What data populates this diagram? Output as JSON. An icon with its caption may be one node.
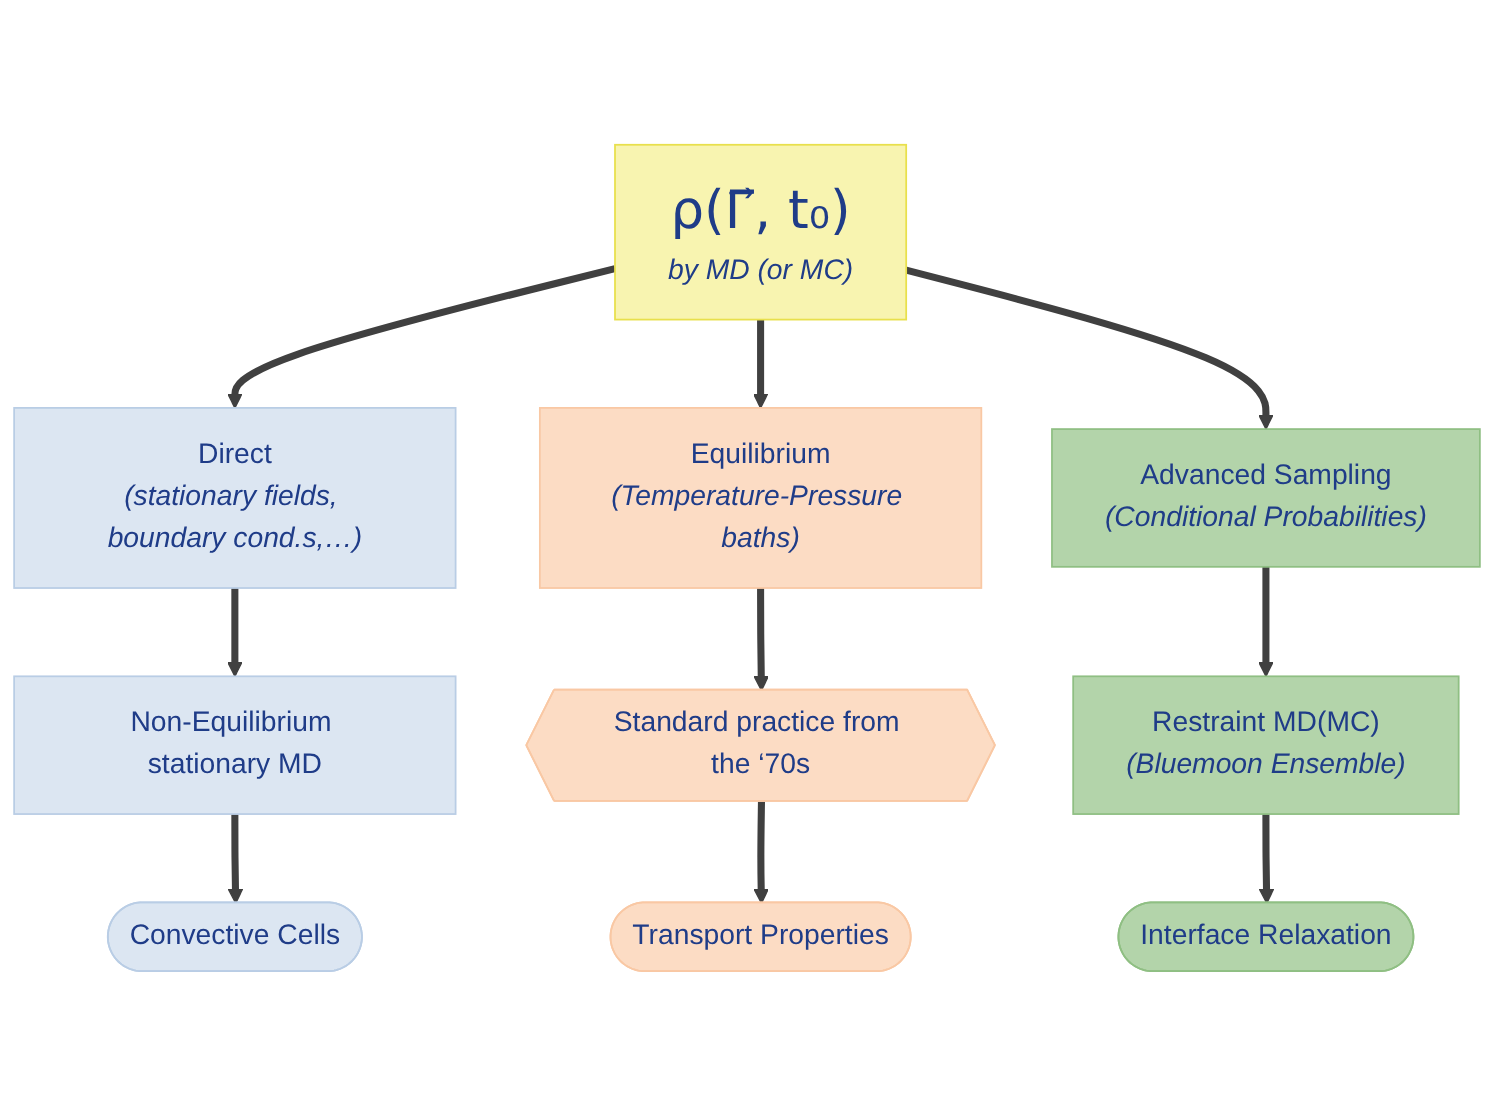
{
  "diagram": {
    "nodes": [
      {
        "text": [
          "ρ(Γ⃗, t₀)",
          "by MD (or MC)"
        ]
      },
      {
        "text": [
          "Direct",
          "(stationary fields, boundary cond.s,…)"
        ]
      },
      {
        "text": [
          "Equilibrium",
          "(Temperature-Pressure baths)"
        ]
      },
      {
        "text": [
          "Advanced Sampling",
          "(Conditional Probabilities)"
        ]
      },
      {
        "text": [
          "Non-Equilibrium stationary MD"
        ]
      },
      {
        "text": [
          "Standard practice from the ‘70s"
        ]
      },
      {
        "text": [
          "Restraint MD(MC)",
          "(Bluemoon Ensemble)"
        ]
      },
      {
        "text": [
          "Convective Cells"
        ]
      },
      {
        "text": [
          "Transport Properties"
        ]
      },
      {
        "text": [
          "Interface Relaxation"
        ]
      }
    ],
    "edges": [
      {
        "from": 0,
        "to": 1,
        "arrow": "to"
      },
      {
        "from": 0,
        "to": 2,
        "arrow": "to"
      },
      {
        "from": 0,
        "to": 3,
        "arrow": "to"
      },
      {
        "from": 1,
        "to": 4,
        "arrow": "to"
      },
      {
        "from": 2,
        "to": 5,
        "arrow": "to"
      },
      {
        "from": 3,
        "to": 6,
        "arrow": "to"
      },
      {
        "from": 4,
        "to": 7,
        "arrow": "to"
      },
      {
        "from": 5,
        "to": 8,
        "arrow": "to"
      },
      {
        "from": 6,
        "to": 9,
        "arrow": "to"
      }
    ]
  }
}
